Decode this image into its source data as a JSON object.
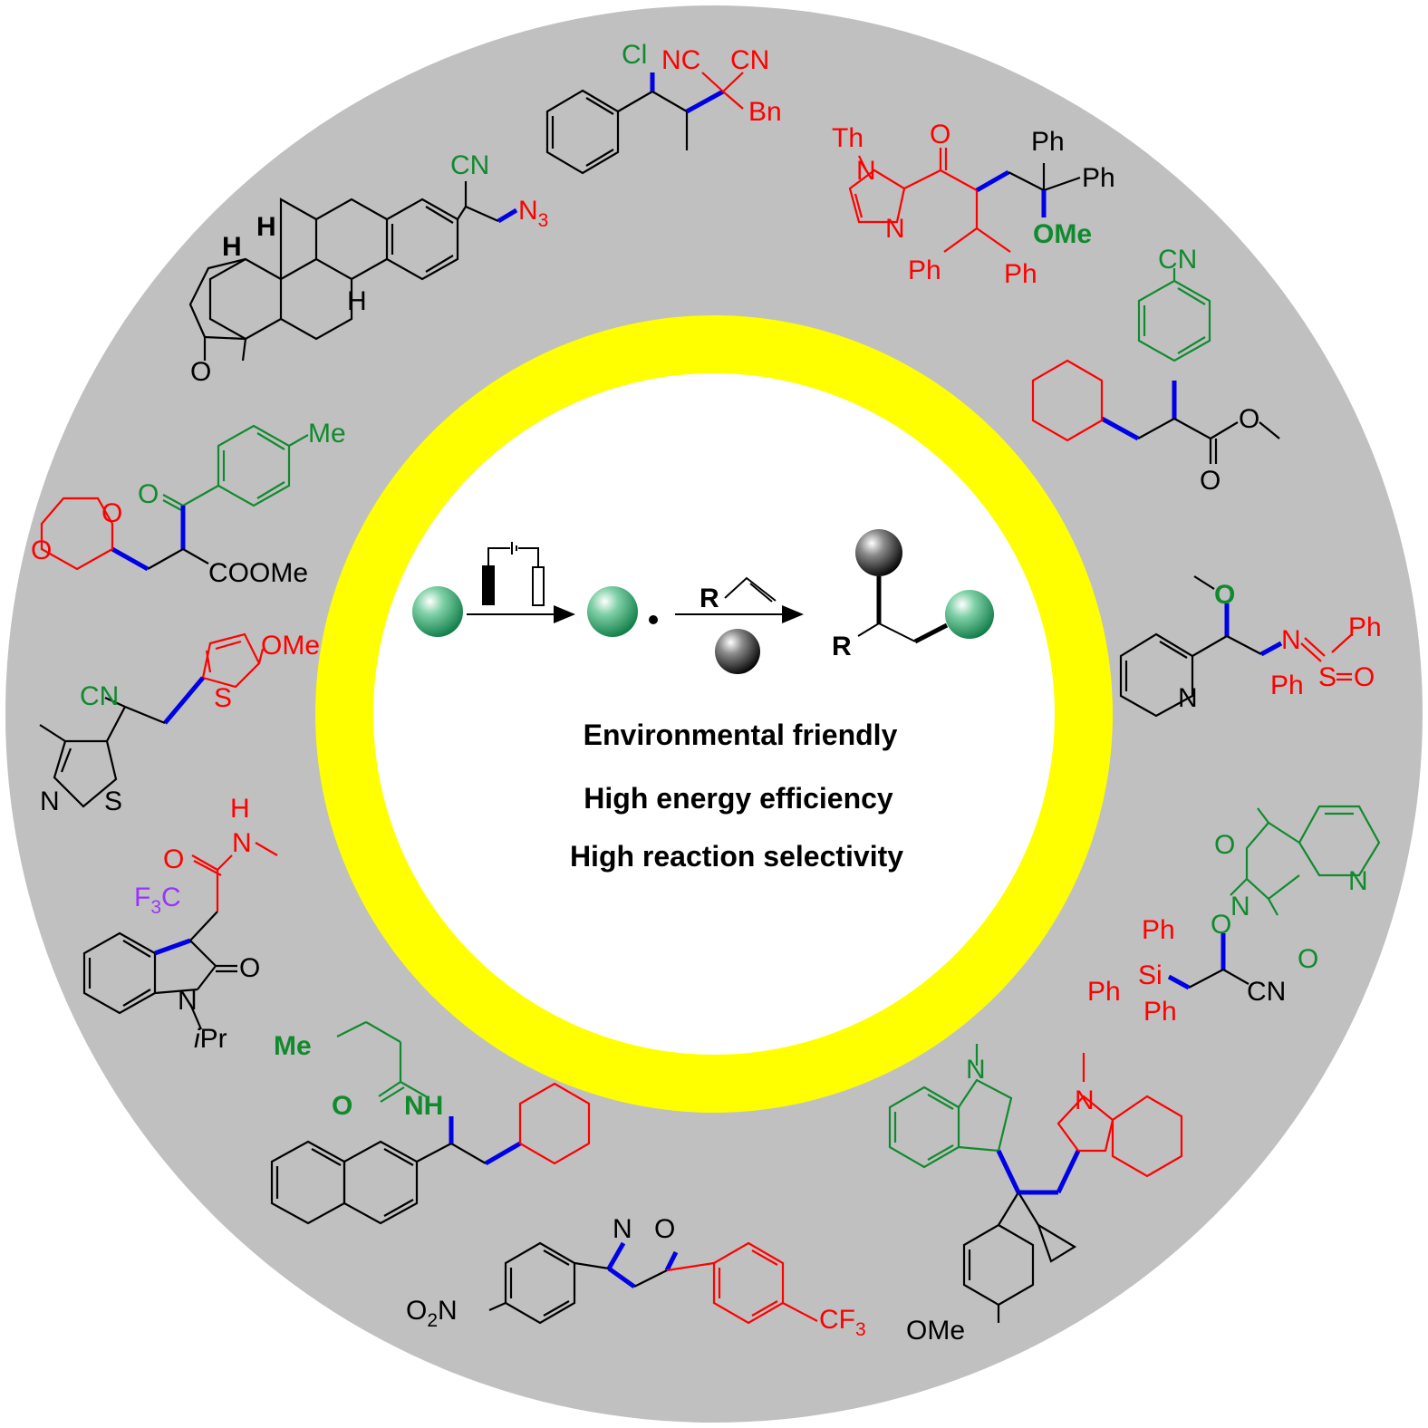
{
  "colors": {
    "outer_ring": "#c0c0c0",
    "yellow_ring": "#ffff00",
    "center": "#ffffff",
    "bond_highlight": "#0000e6",
    "red": "#ff0000",
    "green": "#118a2e",
    "purple": "#9933ff"
  },
  "scheme": {
    "reagent_R": "R",
    "product_R": "R"
  },
  "features": [
    "Environmental friendly",
    "High energy efficiency",
    "High reaction selectivity"
  ],
  "labels": {
    "cl": "Cl",
    "nc": "NC",
    "cn_top": "CN",
    "bn": "Bn",
    "th": "Th",
    "n_imid": "N",
    "n_imid2": "N",
    "o_ket": "O",
    "ph1": "Ph",
    "ph2": "Ph",
    "ome_bold": "OMe",
    "ph3": "Ph",
    "ph4": "Ph",
    "cn_steroid": "CN",
    "n3": "N",
    "n3_sub": "3",
    "h1": "H",
    "h2": "H",
    "h3": "H",
    "o_steroid": "O",
    "cn_aryl": "CN",
    "o_ester1": "O",
    "o_ester2": "O",
    "me_tol": "Me",
    "o_diox1": "O",
    "o_diox2": "O",
    "o_ketone": "O",
    "coome": "COOMe",
    "o_methoxy": "O",
    "n_sulf": "N",
    "s_sulf": "S",
    "o_sulf": "O",
    "ph_s1": "Ph",
    "ph_s2": "Ph",
    "n_pyr": "N",
    "cn_thz": "CN",
    "ome_thio": "OMe",
    "s_thio": "S",
    "n_thz": "N",
    "s_thz": "S",
    "n_pht": "N",
    "o_pht1": "O",
    "o_pht2": "O",
    "o_n": "O",
    "n_pyr2": "N",
    "si": "Si",
    "ph_si1": "Ph",
    "ph_si2": "Ph",
    "ph_si3": "Ph",
    "cn_si": "CN",
    "h_amide": "H",
    "n_amide": "N",
    "o_amide": "O",
    "f3c": "F",
    "f3c_sub": "3",
    "f3c_c": "C",
    "o_ox": "O",
    "n_ox": "N",
    "ipr_i": "i",
    "ipr_pr": "Pr",
    "me_bold": "Me",
    "o_bold": "O",
    "nh_bold": "NH",
    "n_ind1": "N",
    "n_ind2": "N",
    "ome_ind": "OMe",
    "n_isox": "N",
    "o_isox": "O",
    "o2n_o": "O",
    "o2n_sub": "2",
    "o2n_n": "N",
    "cf3": "CF",
    "cf3_sub": "3"
  }
}
